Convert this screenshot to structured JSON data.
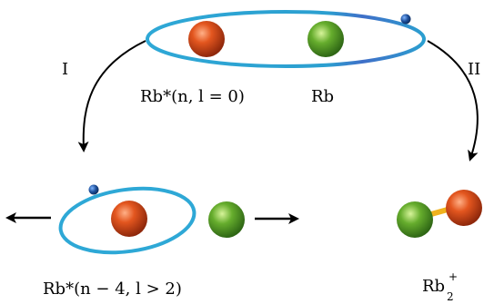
{
  "labels": {
    "pathway_one": "I",
    "pathway_two": "II",
    "initial_rydberg": "Rb*(n, l = 0)",
    "initial_ground": "Rb",
    "final_rydberg": "Rb*(n − 4, l > 2)",
    "molecule_base": "Rb",
    "molecule_subscript": "2",
    "molecule_superscript": "+"
  },
  "colors": {
    "orbit": "#2b9fd0",
    "orbit_dark": "#1a4f9e",
    "rydberg_atom": "#d2441b",
    "ground_atom": "#5aa12a",
    "electron": "#1d4f9a",
    "bond": "#f0b21d",
    "arrows": "#000000"
  }
}
